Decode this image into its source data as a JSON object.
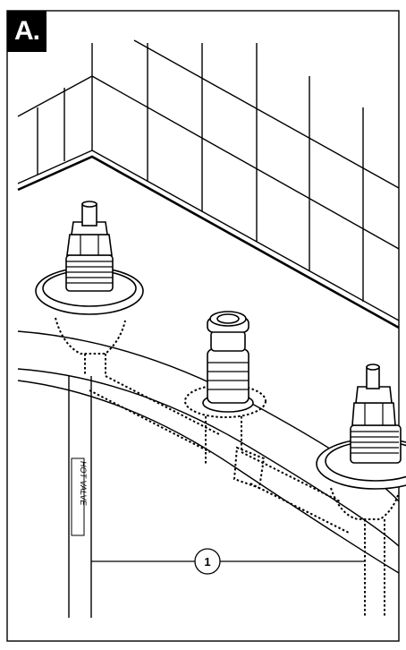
{
  "step": {
    "label": "A."
  },
  "labels": {
    "hot_valve": "HOT VALVE",
    "callout": "1"
  },
  "colors": {
    "ink": "#000000",
    "paper": "#ffffff"
  }
}
